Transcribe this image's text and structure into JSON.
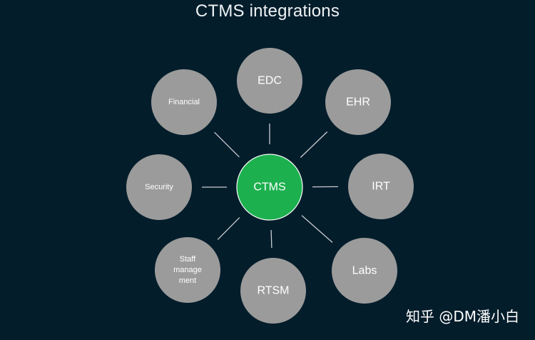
{
  "title": "CTMS integrations",
  "center": {
    "label": "CTMS",
    "color": "#1db04f"
  },
  "node_color": "#9b9b9b",
  "connector_color": "#c8ccd0",
  "nodes": [
    {
      "id": "edc",
      "lines": [
        "EDC"
      ],
      "size": "large"
    },
    {
      "id": "ehr",
      "lines": [
        "EHR"
      ],
      "size": "large"
    },
    {
      "id": "irt",
      "lines": [
        "IRT"
      ],
      "size": "large"
    },
    {
      "id": "labs",
      "lines": [
        "Labs"
      ],
      "size": "large"
    },
    {
      "id": "rtsm",
      "lines": [
        "RTSM"
      ],
      "size": "large"
    },
    {
      "id": "staff-management",
      "lines": [
        "Staff",
        "manage",
        "ment"
      ],
      "size": "small"
    },
    {
      "id": "security",
      "lines": [
        "Security"
      ],
      "size": "small"
    },
    {
      "id": "financial",
      "lines": [
        "Financial"
      ],
      "size": "small"
    }
  ],
  "watermark": "知乎 @DM潘小白"
}
